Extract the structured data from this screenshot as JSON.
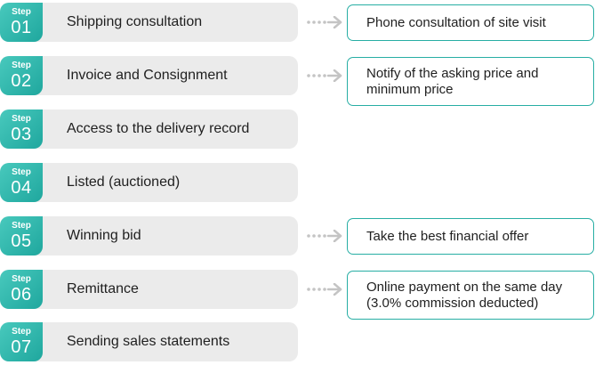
{
  "steps": [
    {
      "step_word": "Step",
      "number": "01",
      "label": "Shipping consultation"
    },
    {
      "step_word": "Step",
      "number": "02",
      "label": "Invoice and Consignment"
    },
    {
      "step_word": "Step",
      "number": "03",
      "label": "Access to the delivery record"
    },
    {
      "step_word": "Step",
      "number": "04",
      "label": "Listed (auctioned)"
    },
    {
      "step_word": "Step",
      "number": "05",
      "label": "Winning bid"
    },
    {
      "step_word": "Step",
      "number": "06",
      "label": "Remittance"
    },
    {
      "step_word": "Step",
      "number": "07",
      "label": "Sending sales statements"
    }
  ],
  "notes": {
    "step01": "Phone consultation of site visit",
    "step02": "Notify of the asking price and minimum price",
    "step05": "Take the best financial offer",
    "step06": "Online payment on the same day (3.0% commission deducted)"
  },
  "colors": {
    "accent": "#27aea4",
    "bar": "#ebebeb",
    "arrow": "#c4c4c4"
  }
}
